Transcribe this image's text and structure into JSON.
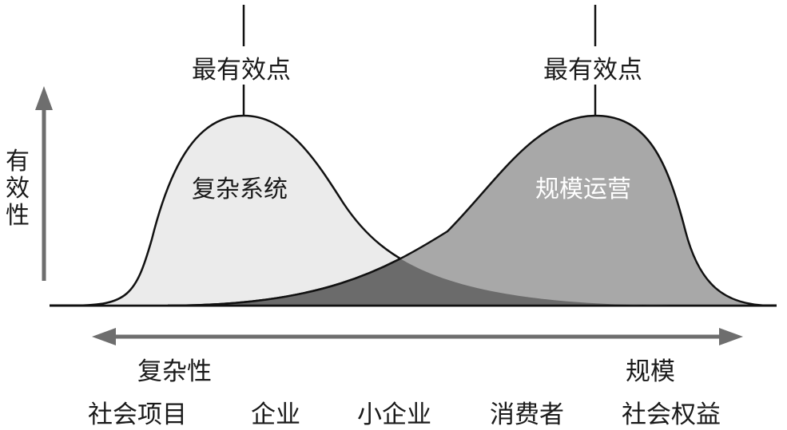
{
  "diagram": {
    "y_axis_label": "有效性",
    "peak_labels": {
      "left": "最有效点",
      "right": "最有效点"
    },
    "curves": {
      "left": {
        "label": "复杂系统",
        "fill": "#ebebeb"
      },
      "right": {
        "label": "规模运营",
        "fill": "#a8a8a8"
      },
      "overlap_fill": "#6b6b6b"
    },
    "axis_ends": {
      "left": "复杂性",
      "right": "规模"
    },
    "categories": [
      "社会项目",
      "企业",
      "小企业",
      "消费者",
      "社会权益"
    ],
    "colors": {
      "axis_arrow": "#6e6e6e",
      "stroke": "#111111",
      "text": "#1a1a1a"
    }
  }
}
